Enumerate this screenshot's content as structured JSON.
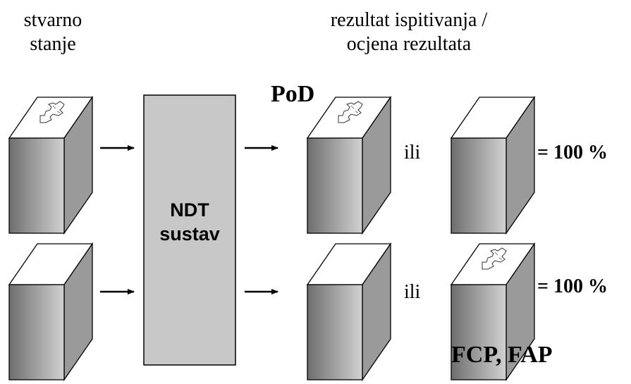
{
  "header": {
    "left": [
      "stvarno",
      "stanje"
    ],
    "right": [
      "rezultat ispitivanja /",
      "ocjena rezultata"
    ]
  },
  "labels": {
    "pod": "PoD",
    "ndt": [
      "NDT",
      "sustav"
    ],
    "or_word": "ili",
    "percent": "= 100 %",
    "fcp": "FCP, FAP"
  },
  "colors": {
    "block_top": "#ffffff",
    "block_front_dark": "#6e6e6e",
    "block_front_light": "#d2d2d2",
    "block_side": "#9a9a9a",
    "ndt_box": "#c8c8c8",
    "stroke": "#000000"
  },
  "blocks": [
    {
      "name": "actual-state-defect-block",
      "crack": true
    },
    {
      "name": "actual-state-no-defect-block",
      "crack": false
    },
    {
      "name": "result-defect-block",
      "crack": true
    },
    {
      "name": "result-no-defect-block",
      "crack": false
    },
    {
      "name": "assessment-no-defect-block",
      "crack": false
    },
    {
      "name": "assessment-defect-block",
      "crack": true
    }
  ]
}
